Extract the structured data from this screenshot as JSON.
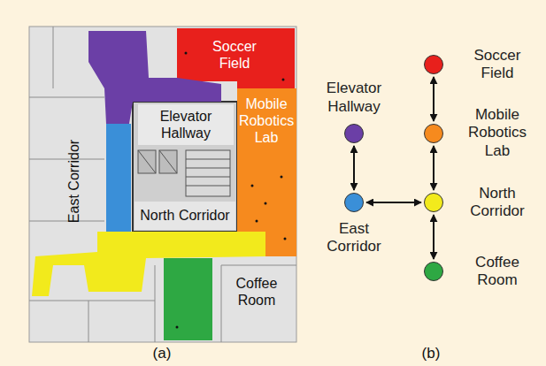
{
  "diagram": {
    "nodes": [
      {
        "text": [
          "Soccer Field"
        ]
      },
      {
        "text": [
          "Elevator Hallway"
        ]
      },
      {
        "text": [
          "Mobile Robotics Lab"
        ]
      },
      {
        "text": [
          "East Corridor"
        ]
      },
      {
        "text": [
          "North Corridor"
        ]
      },
      {
        "text": [
          "Coffee Room"
        ]
      }
    ],
    "edges": [
      {
        "from": 0,
        "to": 2,
        "arrow": "both"
      },
      {
        "from": 2,
        "to": 4,
        "arrow": "both"
      },
      {
        "from": 1,
        "to": 3,
        "arrow": "both"
      },
      {
        "from": 3,
        "to": 4,
        "arrow": "both"
      },
      {
        "from": 4,
        "to": 5,
        "arrow": "both"
      }
    ],
    "labels": [
      "Soccer Field",
      "Elevator Hallway",
      "Mobile Robotics Lab",
      "East Corridor",
      "North Corridor",
      "Coffee Room",
      "(a)",
      "(b)"
    ]
  }
}
